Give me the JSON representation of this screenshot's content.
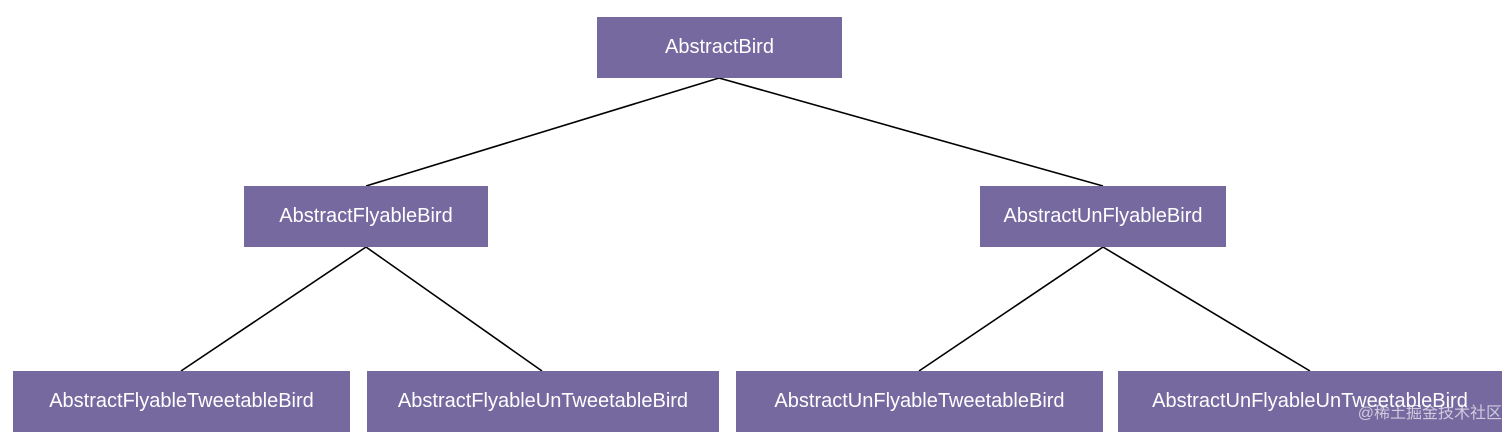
{
  "diagram": {
    "root": {
      "label": "AbstractBird"
    },
    "level1": [
      {
        "label": "AbstractFlyableBird"
      },
      {
        "label": "AbstractUnFlyableBird"
      }
    ],
    "level2": [
      {
        "label": "AbstractFlyableTweetableBird"
      },
      {
        "label": "AbstractFlyableUnTweetableBird"
      },
      {
        "label": "AbstractUnFlyableTweetableBird"
      },
      {
        "label": "AbstractUnFlyableUnTweetableBird"
      }
    ],
    "edges": [
      [
        "root",
        "level1.0"
      ],
      [
        "root",
        "level1.1"
      ],
      [
        "level1.0",
        "level2.0"
      ],
      [
        "level1.0",
        "level2.1"
      ],
      [
        "level1.1",
        "level2.2"
      ],
      [
        "level1.1",
        "level2.3"
      ]
    ],
    "colors": {
      "node_fill": "#7569a0",
      "node_text": "#ffffff",
      "edge": "#000000"
    }
  },
  "watermark": "@稀土掘金技术社区"
}
